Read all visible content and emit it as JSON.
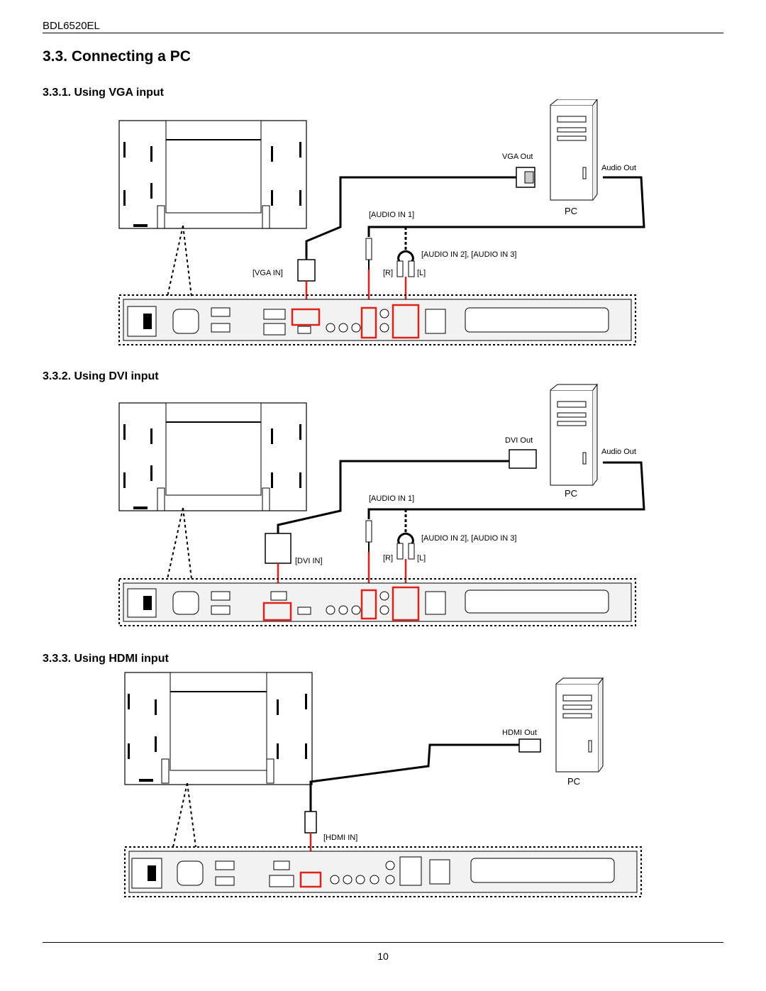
{
  "header": {
    "model": "BDL6520EL"
  },
  "section": {
    "title": "3.3.   Connecting a PC"
  },
  "subsections": [
    {
      "title": "3.3.1.  Using VGA input"
    },
    {
      "title": "3.3.2.  Using DVI input"
    },
    {
      "title": "3.3.3.  Using HDMI input"
    }
  ],
  "diagram_vga": {
    "pc_label": "PC",
    "video_out": "VGA Out",
    "audio_out": "Audio Out",
    "audio_in1": "[AUDIO IN 1]",
    "audio_in23": "[AUDIO IN 2], [AUDIO IN 3]",
    "input_label": "[VGA IN]",
    "r_label": "[R]",
    "l_label": "[L]"
  },
  "diagram_dvi": {
    "pc_label": "PC",
    "video_out": "DVI Out",
    "audio_out": "Audio Out",
    "audio_in1": "[AUDIO IN 1]",
    "audio_in23": "[AUDIO IN 2], [AUDIO IN 3]",
    "input_label": "[DVI IN]",
    "r_label": "[R]",
    "l_label": "[L]"
  },
  "diagram_hdmi": {
    "pc_label": "PC",
    "video_out": "HDMI Out",
    "input_label": "[HDMI IN]"
  },
  "colors": {
    "highlight": "#e0201a",
    "ink": "#000000",
    "panel": "#f2f2f2"
  },
  "footer": {
    "page_number": "10"
  }
}
